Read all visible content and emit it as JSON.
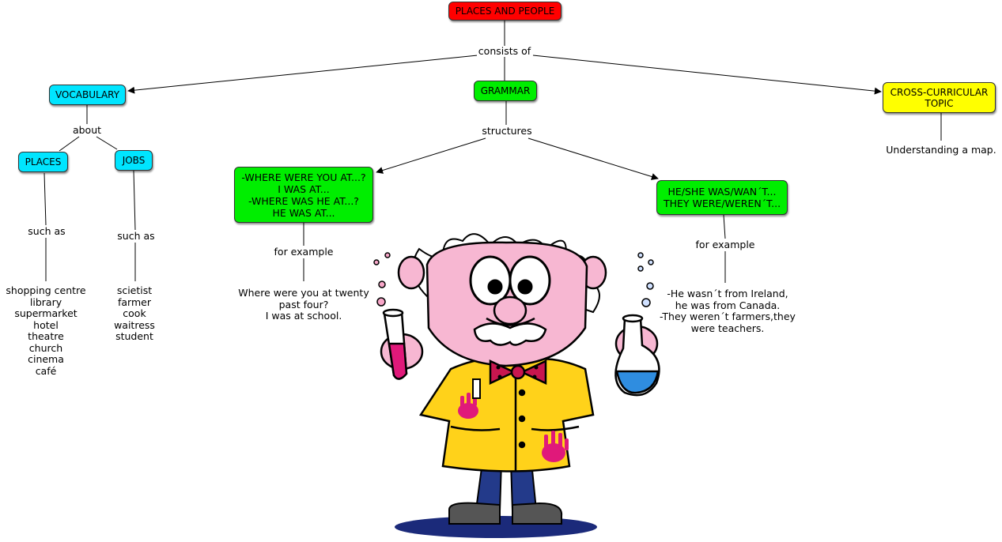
{
  "colors": {
    "root": "#ff0000",
    "cyan": "#00e5ff",
    "green": "#00ee00",
    "yellow": "#ffff00",
    "link": "#000000"
  },
  "concept_map": {
    "root": "PLACES AND PEOPLE",
    "root_link": "consists of",
    "vocabulary": {
      "label": "VOCABULARY",
      "link": "about",
      "places": {
        "label": "PLACES",
        "link": "such as",
        "examples": "shopping centre\nlibrary\nsupermarket\nhotel\ntheatre\nchurch\ncinema\ncafé"
      },
      "jobs": {
        "label": "JOBS",
        "link": "such as",
        "examples": "scietist\nfarmer\ncook\nwaitress\nstudent"
      }
    },
    "grammar": {
      "label": "GRAMMAR",
      "link": "structures",
      "where": {
        "label": "-WHERE WERE YOU AT...?\nI WAS AT...\n-WHERE WAS HE AT...?\nHE WAS AT...",
        "link": "for example",
        "example": "Where were you at twenty\npast four?\nI was at school."
      },
      "was": {
        "label": "HE/SHE WAS/WAN´T...\nTHEY WERE/WEREN´T...",
        "link": "for example",
        "example": "-He wasn´t from Ireland,\nhe was from Canada.\n-They weren´t farmers,they\nwere teachers."
      }
    },
    "topic": {
      "label": "CROSS-CURRICULAR\nTOPIC",
      "example": "Understanding a map."
    }
  },
  "illustration": {
    "subject": "cartoon-scientist-holding-test-tube-and-flask"
  }
}
